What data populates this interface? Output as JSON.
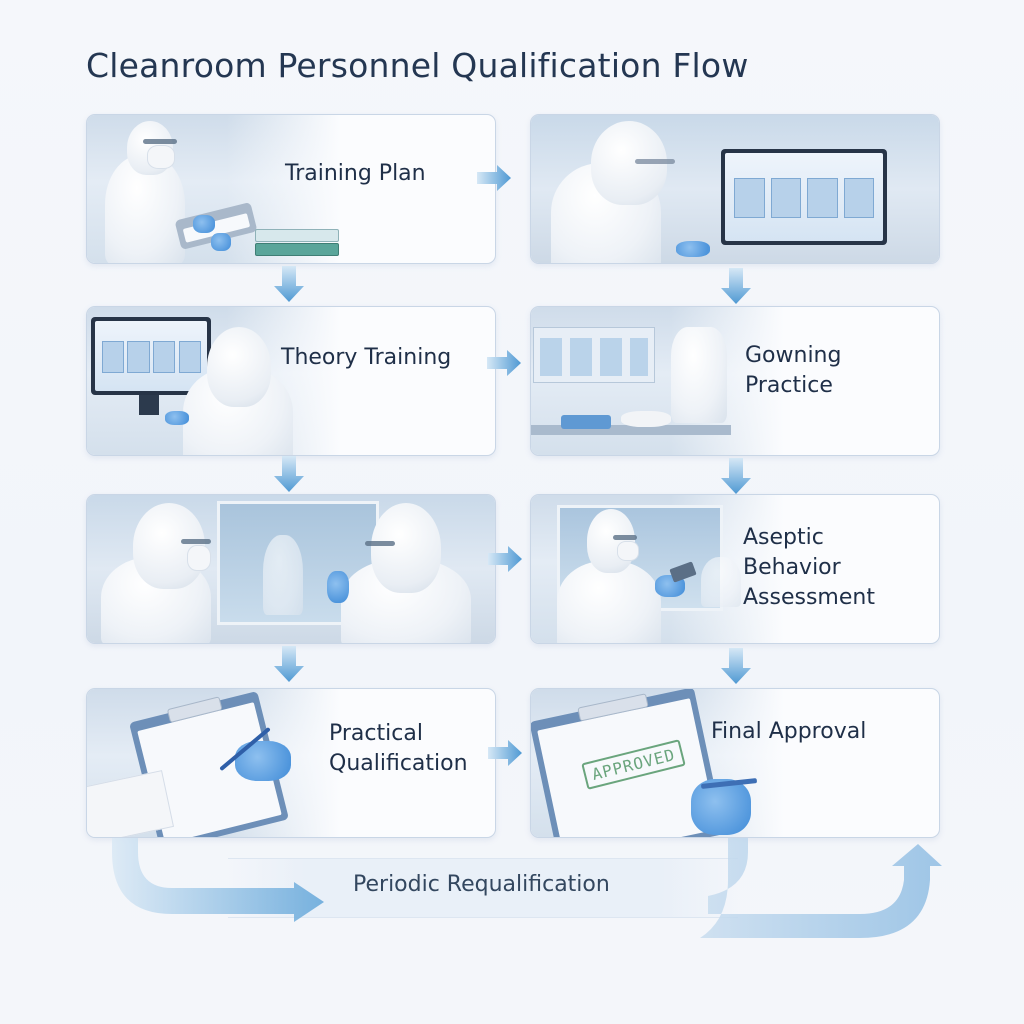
{
  "title": "Cleanroom Personnel Qualification Flow",
  "colors": {
    "title": "#243752",
    "label": "#1f2f48",
    "arrow": "#5fa3d8",
    "arrow_light": "#cfe3f3",
    "card_border": "#c9d6e6",
    "stamp": "#6aa57d"
  },
  "steps": [
    {
      "id": 1,
      "label": "Training Plan",
      "image": "technician-with-tablet-and-binders"
    },
    {
      "id": 2,
      "label": "",
      "image": "technician-viewing-gowning-procedure-on-monitor"
    },
    {
      "id": 3,
      "label": "Theory Training",
      "image": "technician-at-computer-training"
    },
    {
      "id": 4,
      "label_lines": [
        "Gowning",
        "Practice"
      ],
      "image": "gowning-room-with-garments"
    },
    {
      "id": 5,
      "label": "",
      "image": "trainer-pointing-with-technician-at-window"
    },
    {
      "id": 6,
      "label_lines": [
        "Aseptic",
        "Behavior",
        "Assessment"
      ],
      "image": "technician-with-device-in-cleanroom"
    },
    {
      "id": 7,
      "label_lines": [
        "Practical",
        "Qualification"
      ],
      "image": "gloved-hand-filling-checklist"
    },
    {
      "id": 8,
      "label": "Final Approval",
      "image": "approved-form-signature",
      "stamp_text": "APPROVED"
    }
  ],
  "loop": {
    "label": "Periodic Requalification"
  }
}
